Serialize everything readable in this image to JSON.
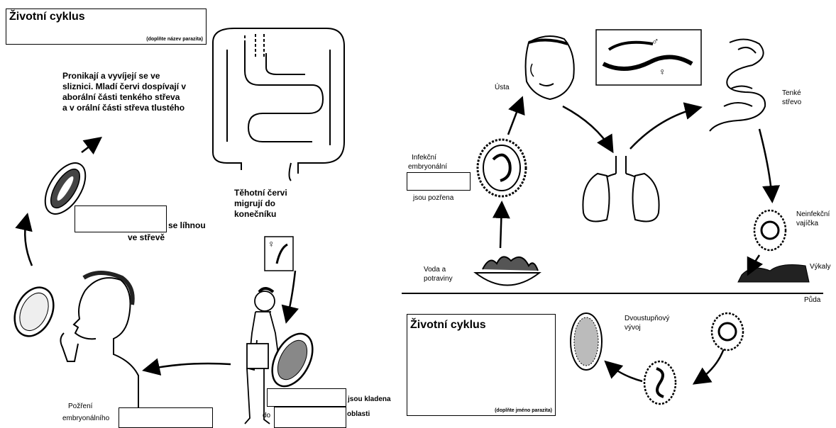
{
  "left_panel": {
    "title": "Životní cyklus",
    "title_hint": "(doplňte název parazita)",
    "text_mucosa": "Pronikají a vyvíjejí se ve sliznici. Mladí červi dospívají v aborální části tenkého střeva a v orální části střeva tlustého",
    "text_hatch": "se líhnou",
    "text_in_gut": "ve střevě",
    "text_migrate": "Těhotní červi migrují do konečníku",
    "text_laid": "jsou kladena",
    "text_do": "do",
    "text_area": "oblasti",
    "text_ingest_1": "Požření",
    "text_ingest_2": "embryonálního",
    "female_symbol": "♀"
  },
  "right_panel": {
    "title": "Životní cyklus",
    "title_hint": "(doplňte jméno parazita)",
    "label_mouth": "Ústa",
    "label_small_intestine_1": "Tenké",
    "label_small_intestine_2": "střevo",
    "label_infective_1": "Infekční",
    "label_infective_2": "embryonální",
    "label_swallowed": "jsou pozřena",
    "label_noninfective_1": "Neinfekční",
    "label_noninfective_2": "vajíčka",
    "label_feces": "Výkaly",
    "label_water_1": "Voda a",
    "label_water_2": "potraviny",
    "label_soil": "Půda",
    "label_two_stage_1": "Dvoustupňový",
    "label_two_stage_2": "vývoj",
    "male_symbol": "♂",
    "female_symbol": "♀"
  }
}
